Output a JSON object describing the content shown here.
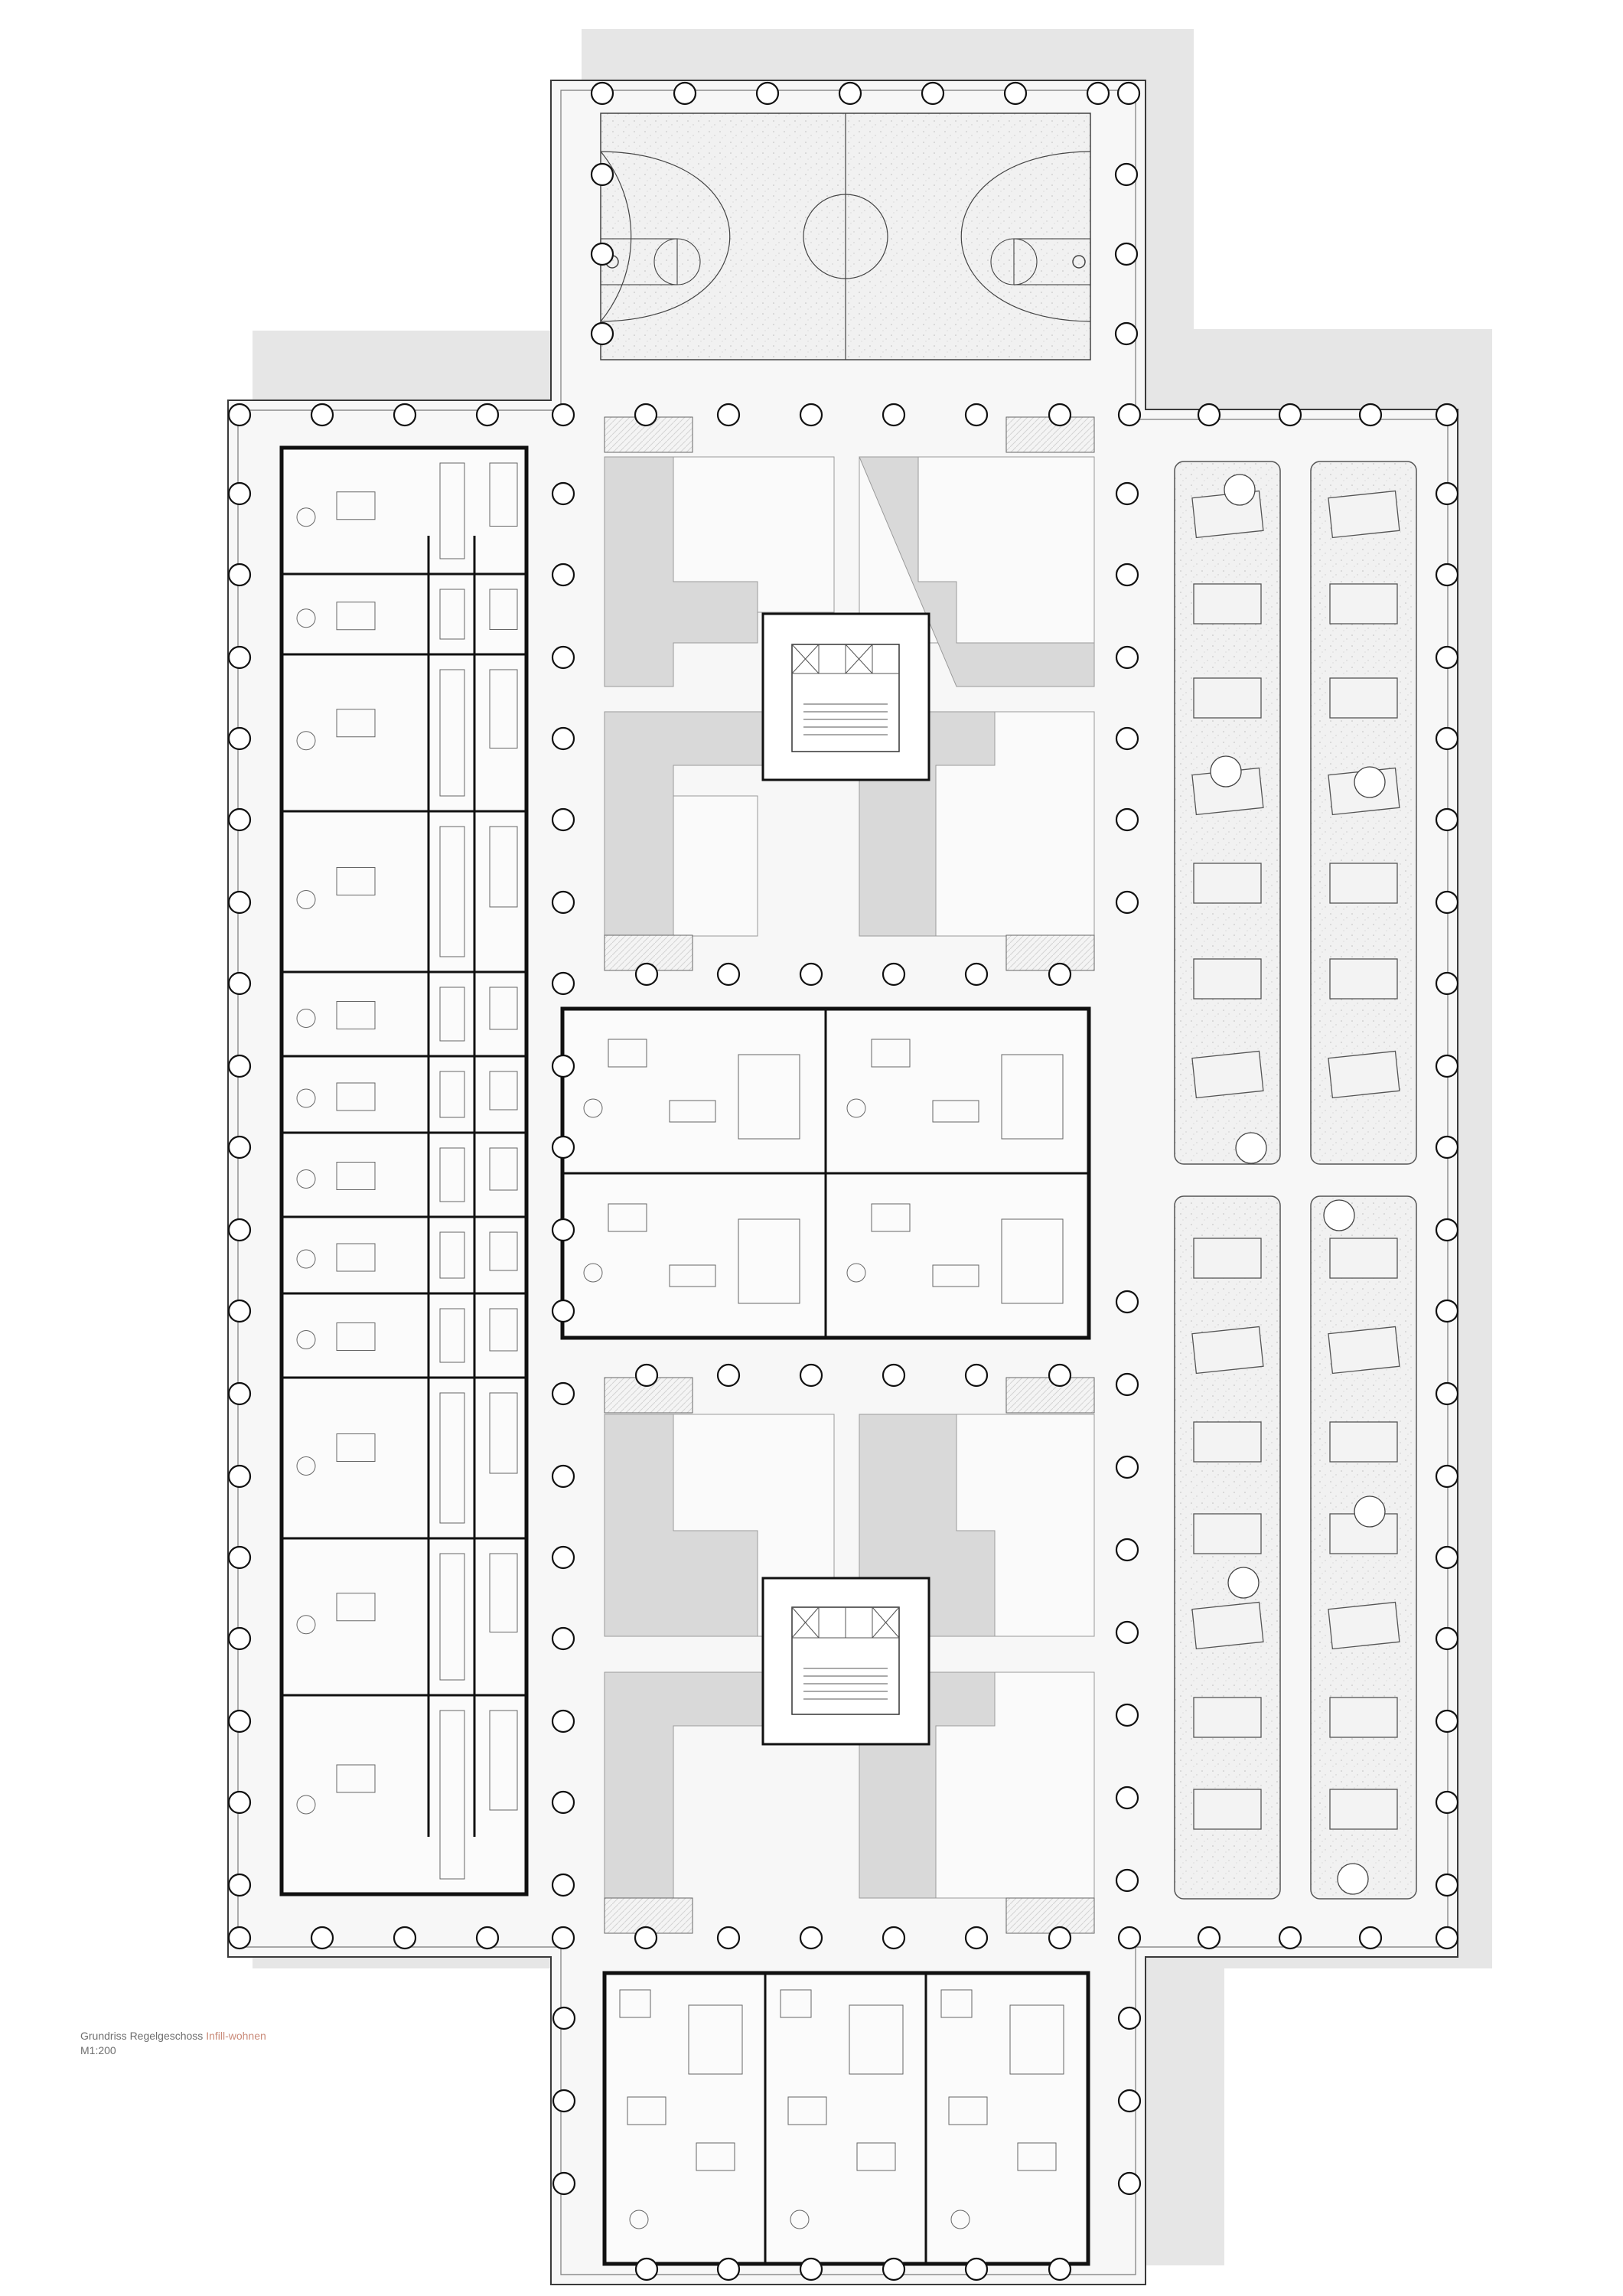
{
  "caption": {
    "title": "Grundriss Regelgeschoss",
    "title_accent": "Infill-wohnen",
    "scale": "M1:200"
  },
  "colors": {
    "shadow": "#e6e6e6",
    "slab": "#f6f6f6",
    "line": "#3a3a3a",
    "wall": "#111111",
    "court_fill": "#dadada",
    "caption_text": "#6e6e6e",
    "caption_accent": "#c98a78"
  }
}
